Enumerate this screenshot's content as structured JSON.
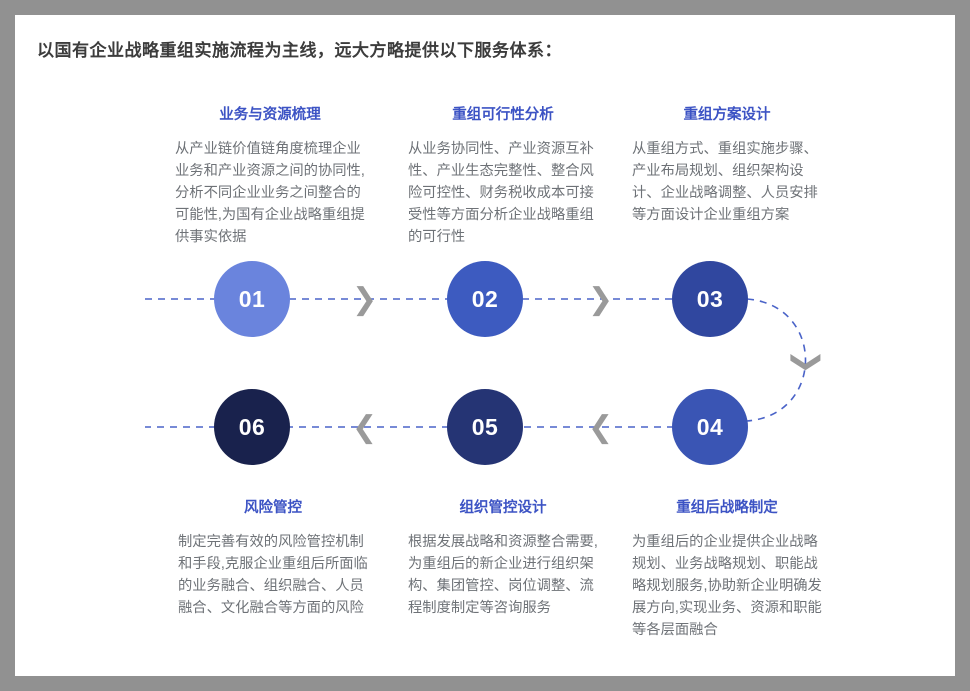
{
  "page": {
    "title": "以国有企业战略重组实施流程为主线，远大方略提供以下服务体系：",
    "background": "#ffffff",
    "frame_color": "#919191"
  },
  "theme": {
    "heading_color": "#3c53c4",
    "body_color": "#6e7277",
    "title_color": "#3c3c3c",
    "dashed_line_color": "#4a63c8",
    "arrow_color": "#9a9a9a"
  },
  "steps": [
    {
      "number": "01",
      "title": "业务与资源梳理",
      "body": "从产业链价值链角度梳理企业业务和产业资源之间的协同性,分析不同企业业务之间整合的可能性,为国有企业战略重组提供事实依据",
      "circle_color": "#6a84dd",
      "row": "top"
    },
    {
      "number": "02",
      "title": "重组可行性分析",
      "body": "从业务协同性、产业资源互补性、产业生态完整性、整合风险可控性、财务税收成本可接受性等方面分析企业战略重组的可行性",
      "circle_color": "#3d5bc0",
      "row": "top"
    },
    {
      "number": "03",
      "title": "重组方案设计",
      "body": "从重组方式、重组实施步骤、产业布局规划、组织架构设计、企业战略调整、人员安排等方面设计企业重组方案",
      "circle_color": "#30479f",
      "row": "top"
    },
    {
      "number": "04",
      "title": "重组后战略制定",
      "body": "为重组后的企业提供企业战略规划、业务战略规划、职能战略规划服务,协助新企业明确发展方向,实现业务、资源和职能等各层面融合",
      "circle_color": "#3a55b4",
      "row": "bottom"
    },
    {
      "number": "05",
      "title": "组织管控设计",
      "body": "根据发展战略和资源整合需要,为重组后的新企业进行组织架构、集团管控、岗位调整、流程制度制定等咨询服务",
      "circle_color": "#253474",
      "row": "bottom"
    },
    {
      "number": "06",
      "title": "风险管控",
      "body": "制定完善有效的风险管控机制和手段,克服企业重组后所面临的业务融合、组织融合、人员融合、文化融合等方面的风险",
      "circle_color": "#19224d",
      "row": "bottom"
    }
  ],
  "connectors": [
    {
      "name": "arrow-01-to-02",
      "glyph": "❯",
      "direction": "right"
    },
    {
      "name": "arrow-02-to-03",
      "glyph": "❯",
      "direction": "right"
    },
    {
      "name": "arrow-03-to-04",
      "glyph": "❯",
      "direction": "down"
    },
    {
      "name": "arrow-04-to-05",
      "glyph": "❮",
      "direction": "left"
    },
    {
      "name": "arrow-05-to-06",
      "glyph": "❮",
      "direction": "left"
    }
  ]
}
